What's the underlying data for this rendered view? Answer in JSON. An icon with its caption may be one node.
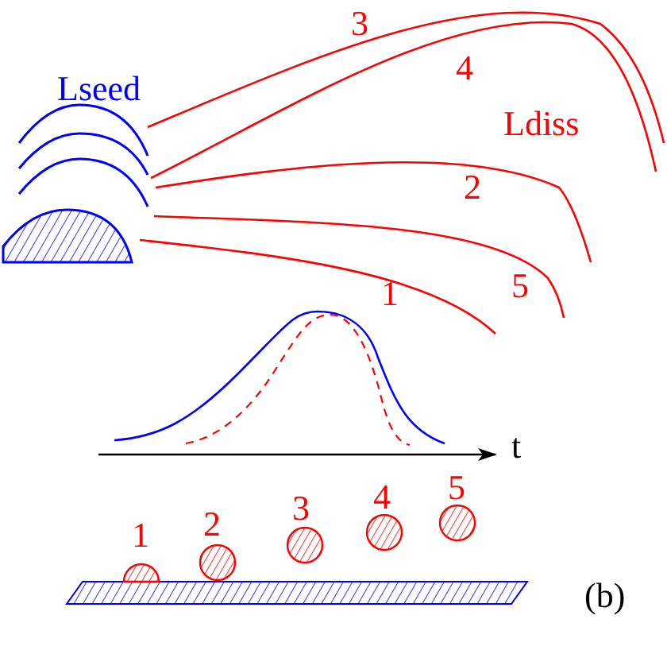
{
  "diagram": {
    "labels": [
      "3",
      "4",
      "Lseed",
      "Ldiss",
      "2",
      "5",
      "1",
      "t",
      "5",
      "4",
      "3",
      "2",
      "1",
      "(b)"
    ]
  }
}
